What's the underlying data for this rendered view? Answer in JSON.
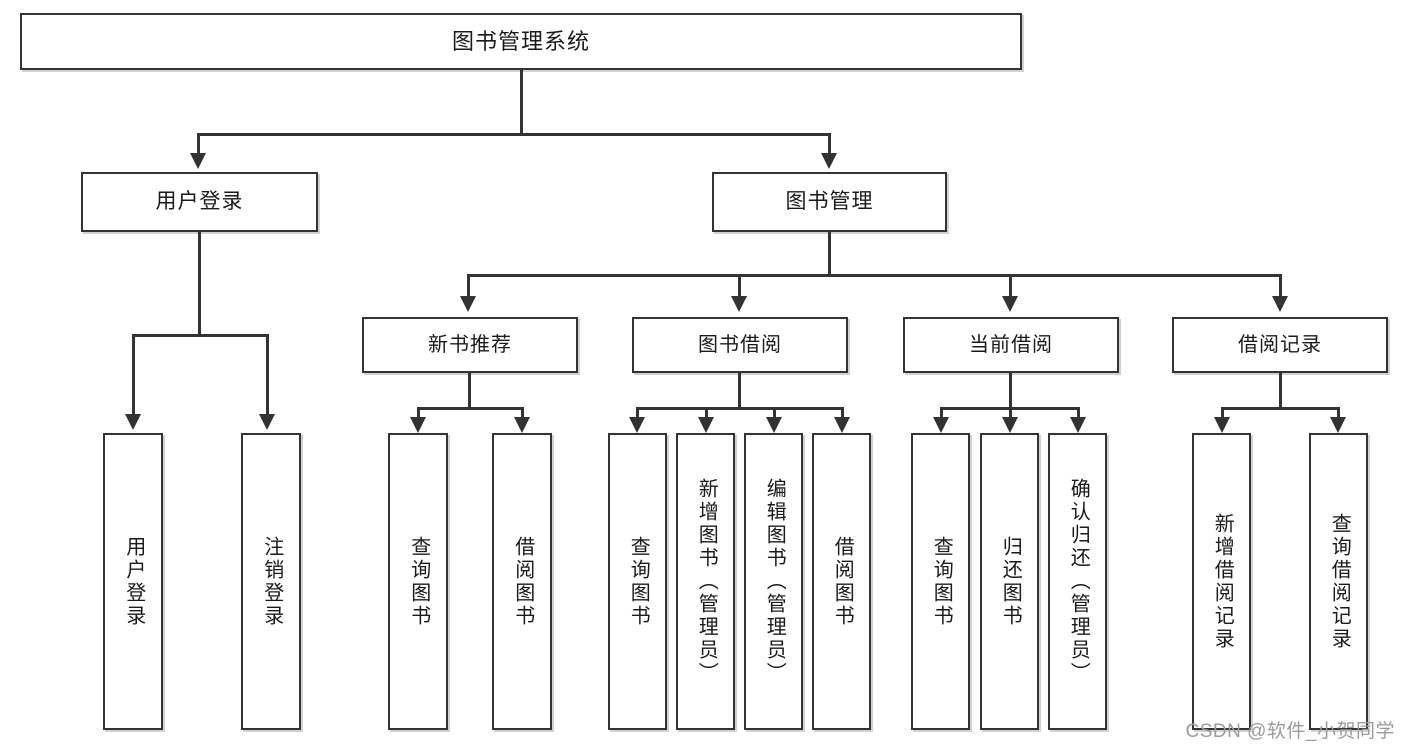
{
  "diagram": {
    "type": "tree",
    "title": "图书管理系统",
    "root": {
      "label": "图书管理系统"
    },
    "level2": [
      {
        "label": "用户登录"
      },
      {
        "label": "图书管理"
      }
    ],
    "level3": [
      {
        "label": "新书推荐"
      },
      {
        "label": "图书借阅"
      },
      {
        "label": "当前借阅"
      },
      {
        "label": "借阅记录"
      }
    ],
    "leaves": {
      "user_login": [
        {
          "label": "用户登录"
        },
        {
          "label": "注销登录"
        }
      ],
      "new_book_recommend": [
        {
          "label": "查询图书"
        },
        {
          "label": "借阅图书"
        }
      ],
      "book_borrow": [
        {
          "label": "查询图书"
        },
        {
          "label": "新增图书（管理员）"
        },
        {
          "label": "编辑图书（管理员）"
        },
        {
          "label": "借阅图书"
        }
      ],
      "current_borrow": [
        {
          "label": "查询图书"
        },
        {
          "label": "归还图书"
        },
        {
          "label": "确认归还（管理员）"
        }
      ],
      "borrow_record": [
        {
          "label": "新增借阅记录"
        },
        {
          "label": "查询借阅记录"
        }
      ]
    }
  },
  "watermark": {
    "text": "CSDN @软件_小贺同学"
  },
  "colors": {
    "border": "#333333",
    "text": "#1a1a1a",
    "background": "#ffffff",
    "watermark": "#9b9b9b"
  }
}
